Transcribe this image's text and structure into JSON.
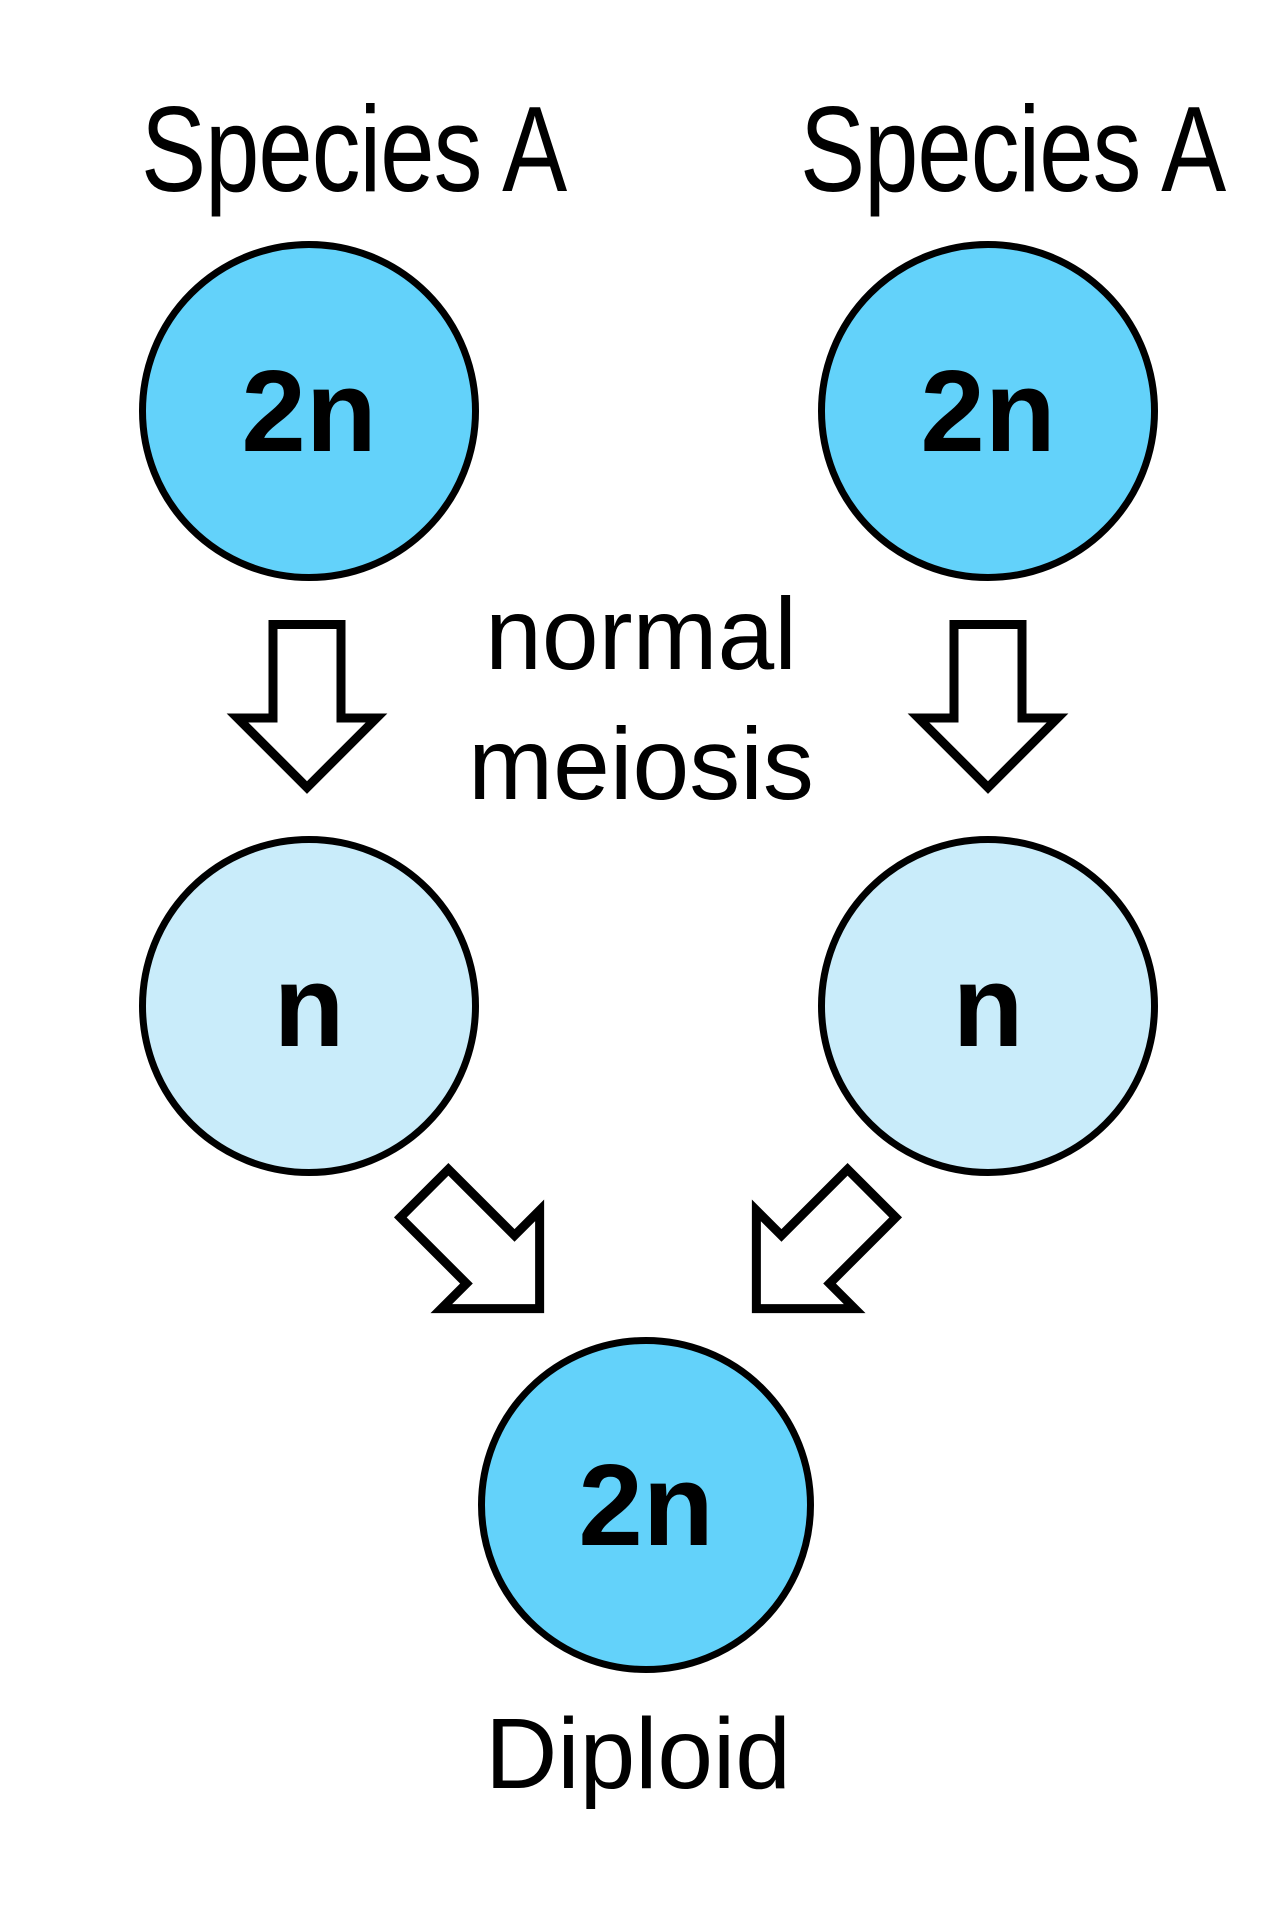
{
  "columns": {
    "left": {
      "heading": "Species A",
      "parent_cell_label": "2n",
      "gamete_cell_label": "n"
    },
    "right": {
      "heading": "Species A",
      "parent_cell_label": "2n",
      "gamete_cell_label": "n"
    }
  },
  "process_label": {
    "line1": "normal",
    "line2": "meiosis"
  },
  "result": {
    "cell_label": "2n",
    "caption": "Diploid"
  },
  "icons": {
    "left_column_arrow": "down-arrow-icon",
    "right_column_arrow": "down-arrow-icon",
    "left_fusion_arrow": "down-right-arrow-icon",
    "right_fusion_arrow": "down-left-arrow-icon"
  },
  "colors": {
    "parent_cell_fill": "#63D2FA",
    "gamete_cell_fill": "#C9ECFA",
    "result_cell_fill": "#63D2FA",
    "arrow_fill": "#FFFFFF",
    "outline": "#000000",
    "text": "#000000",
    "background": "#FFFFFF"
  }
}
